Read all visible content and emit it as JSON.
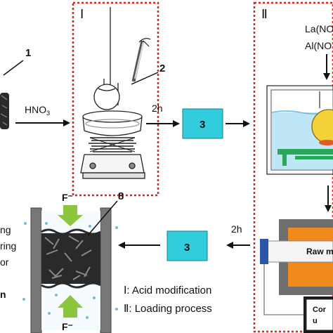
{
  "labels": {
    "marker_1": "1",
    "marker_2": "2",
    "marker_8": "8",
    "hno3_prefix": "HNO",
    "hno3_sub": "3",
    "time_top": "2h",
    "time_bottom": "2h",
    "box3_top": "3",
    "box3_bottom": "3",
    "roman_I": "Ⅰ",
    "roman_II": "Ⅱ",
    "reagent_la": "La(NO",
    "reagent_al": "Al(NO",
    "furnace_text": "Raw m",
    "controller_line1": "Cor",
    "controller_line2": "u",
    "fluoride_top": "F⁻",
    "fluoride_bottom": "F⁻",
    "left_text_1": "ng",
    "left_text_2": "ring",
    "left_text_3": "or",
    "left_text_4": "n",
    "legend_I": "Ⅰ: Acid modification",
    "legend_II": "Ⅱ: Loading process"
  },
  "colors": {
    "dashed_frame": "#e02020",
    "product_box": "#33ccdd",
    "water": "#bfe6f5",
    "flask_fill": "#f3d23a",
    "furnace_outer": "#6e6e6e",
    "furnace_inner": "#f08a1c",
    "plate": "#2aa85a",
    "arrow_green": "#8cc63f",
    "carbon": "#2a2a2a",
    "controller": "#1a1a1a",
    "electrode": "#2b56a6"
  }
}
